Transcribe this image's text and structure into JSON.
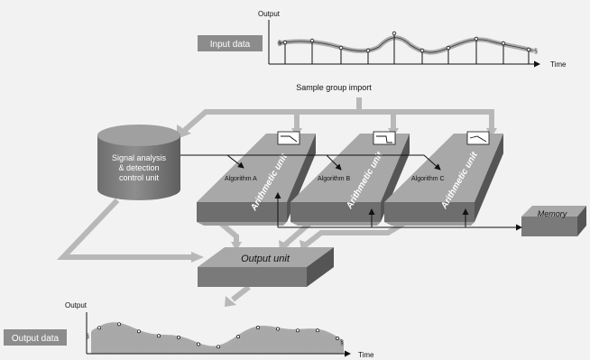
{
  "input_chart": {
    "label": "Input data",
    "y_axis": "Output",
    "x_axis": "Time"
  },
  "import_label": "Sample group import",
  "control_unit": {
    "line1": "Signal analysis",
    "line2": "& detection",
    "line3": "control unit"
  },
  "arithmetic_units": [
    {
      "title": "Arithmetic unit",
      "algorithm": "Algorithm A"
    },
    {
      "title": "Arithmetic unit",
      "algorithm": "Algorithm  B"
    },
    {
      "title": "Arithmetic unit",
      "algorithm": "Algorithm  C"
    }
  ],
  "memory_label": "Memory",
  "output_unit_label": "Output unit",
  "output_chart": {
    "label": "Output data",
    "y_axis": "Output",
    "x_axis": "Time"
  },
  "colors": {
    "background": "#f2f2f2",
    "block_dark": "#7a7a7a",
    "block_top": "#a8a8a8",
    "arrow_gray": "#b8b8b8",
    "label_box": "#8c8c8c"
  }
}
